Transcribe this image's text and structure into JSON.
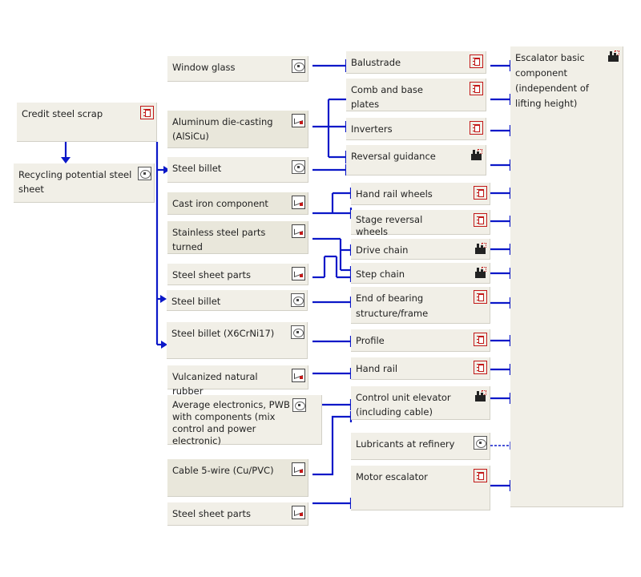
{
  "nodes": {
    "credit_steel_scrap": "Credit steel scrap",
    "recycling_potential": "Recycling potential steel sheet",
    "window_glass": "Window glass",
    "aluminum_die_casting": "Aluminum die-casting (AlSiCu)",
    "steel_billet_1": "Steel billet",
    "cast_iron_component": "Cast iron component",
    "stainless_steel_parts": "Stainless steel parts turned",
    "steel_sheet_parts_1": "Steel sheet parts",
    "steel_billet_2": "Steel billet",
    "steel_billet_x6": "Steel billet (X6CrNi17)",
    "vulcanized_rubber": "Vulcanized natural rubber",
    "average_electronics": "Average electronics, PWB with components (mix control and power electronic)",
    "cable_5_wire": "Cable 5-wire (Cu/PVC)",
    "steel_sheet_parts_2": "Steel sheet parts",
    "balustrade": "Balustrade",
    "comb_base_plates": "Comb and base plates",
    "inverters": "Inverters",
    "reversal_guidance": "Reversal guidance",
    "hand_rail_wheels": "Hand rail wheels",
    "stage_reversal_wheels": "Stage reversal wheels",
    "drive_chain": "Drive chain",
    "step_chain": "Step chain",
    "end_of_bearing": "End of bearing structure/frame",
    "profile": "Profile",
    "hand_rail": "Hand rail",
    "control_unit": "Control unit elevator (including cable)",
    "lubricants": "Lubricants at refinery",
    "motor_escalator": "Motor escalator",
    "escalator_basic": "Escalator basic component (independent of lifting height)"
  },
  "icons": {
    "process": "process-icon",
    "plan": "plan-icon",
    "flow": "flow-icon",
    "factory": "factory-icon"
  },
  "colors": {
    "connector": "#0b18c8",
    "node_bg": "#f1efe7",
    "icon_red": "#c21818"
  }
}
